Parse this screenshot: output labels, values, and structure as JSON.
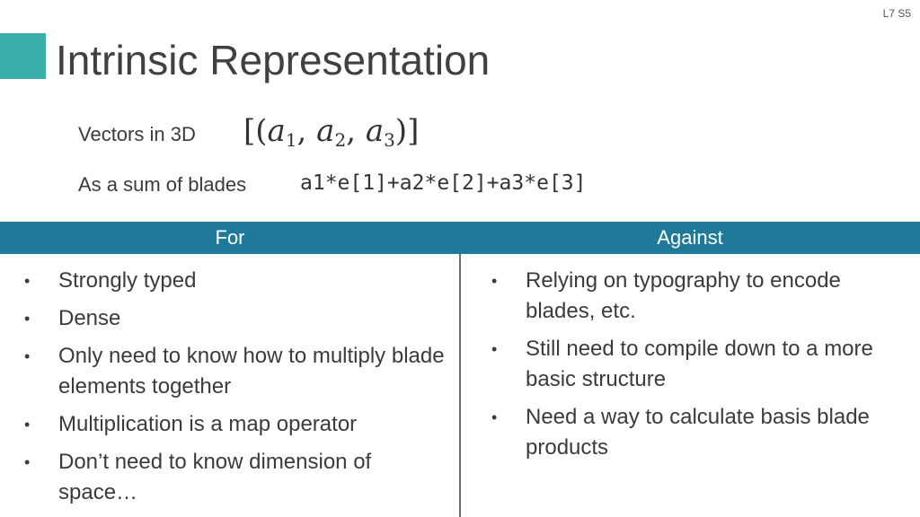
{
  "slide_number": "L7 S5",
  "title": "Intrinsic Representation",
  "colors": {
    "accent_square": "#3aafa9",
    "header_bar": "#1f7a99"
  },
  "rows": {
    "vectors_label": "Vectors in 3D",
    "vectors_math": {
      "open": "[(",
      "a": "a",
      "sub1": "1",
      "sub2": "2",
      "sub3": "3",
      "comma": ", ",
      "close": ")]"
    },
    "blades_label": "As a sum of blades",
    "blades_code": "a1*e[1]+a2*e[2]+a3*e[3]"
  },
  "table": {
    "for_header": "For",
    "against_header": "Against",
    "for_items": [
      "Strongly typed",
      "Dense",
      "Only need to know how to multiply blade elements together",
      "Multiplication is a map operator",
      "Don’t need to know dimension of space…"
    ],
    "against_items": [
      "Relying on typography to encode blades, etc.",
      "Still need to compile down to a more basic structure",
      "Need a way to calculate basis blade products"
    ],
    "bullet": "•"
  }
}
